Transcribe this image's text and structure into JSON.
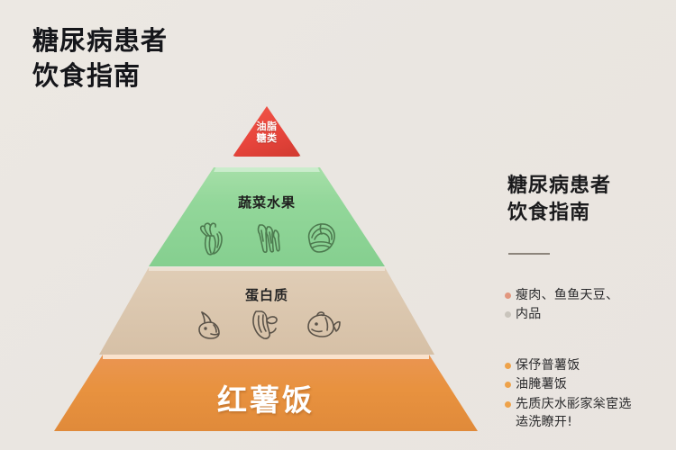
{
  "page": {
    "background_color": "#ebe7e2",
    "main_title": "糖尿病患者\n饮食指南"
  },
  "pyramid": {
    "cap": {
      "label": "油脂\n糖类",
      "color": "#e8453c",
      "text_color": "#ffffff"
    },
    "layers": [
      {
        "name": "vegetables-fruit",
        "title": "蔬菜水果",
        "color": "#93d79a",
        "icons": [
          "celery-icon",
          "asparagus-icon",
          "cabbage-icon"
        ]
      },
      {
        "name": "protein",
        "title": "蛋白质",
        "color": "#dcc8b0",
        "icons": [
          "fish-head-icon",
          "meat-cut-icon",
          "fish-icon"
        ]
      },
      {
        "name": "staple",
        "title": "红薯饭",
        "color": "#e8923f",
        "icons": []
      }
    ]
  },
  "side_panel": {
    "title": "糖尿病患者\n饮食指南",
    "groups": [
      {
        "name": "protein-notes",
        "items": [
          {
            "text": "瘦肉、鱼鱼天豆、",
            "dot_color": "#e2977f"
          },
          {
            "text": "内品",
            "dot_color": "#c9c4bc"
          }
        ]
      },
      {
        "name": "staple-notes",
        "items": [
          {
            "text": "保伃普薯饭",
            "dot_color": "#eea24a"
          },
          {
            "text": "油腌薯饭",
            "dot_color": "#eea24a"
          },
          {
            "text": "先质庆水彨家枀宦选\n迲洗瞭开!",
            "dot_color": "#eea24a"
          }
        ]
      }
    ]
  }
}
